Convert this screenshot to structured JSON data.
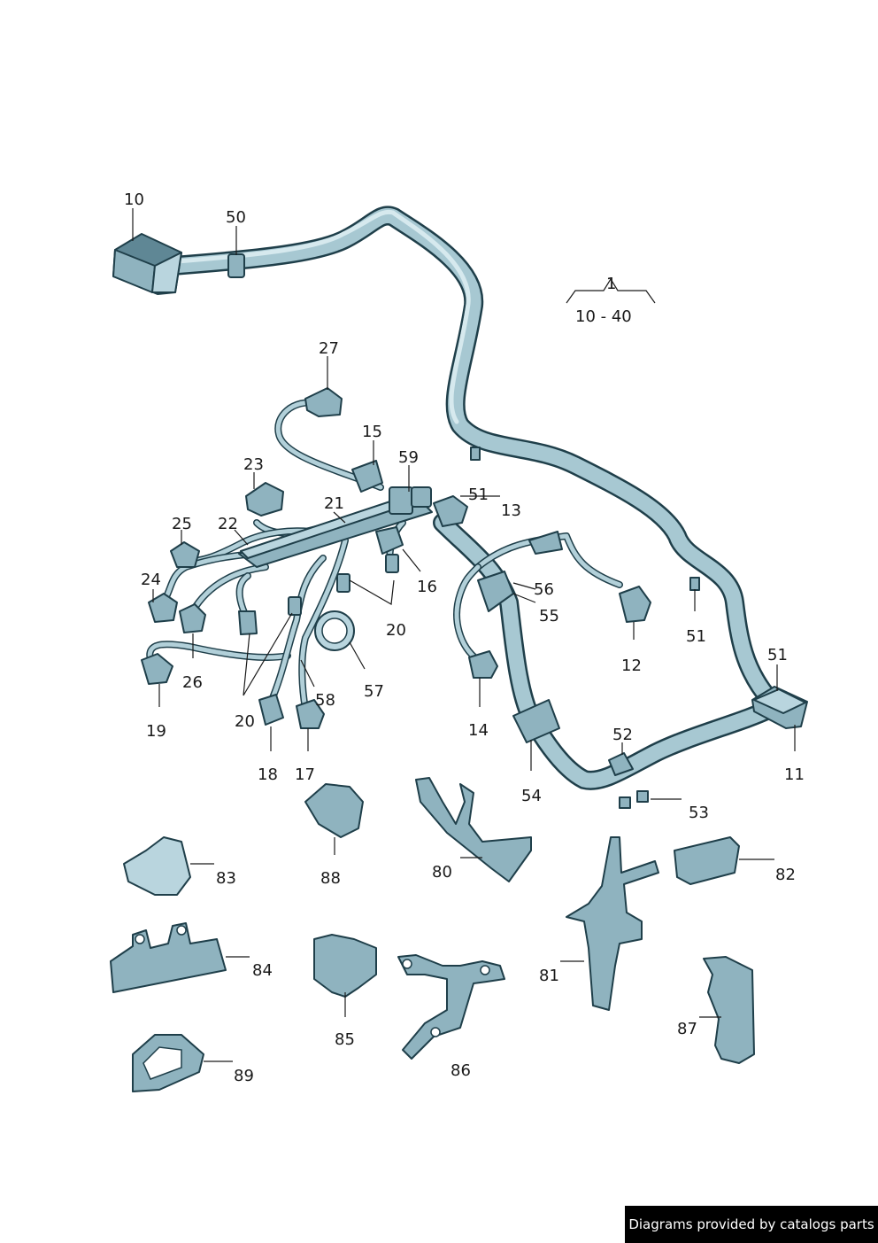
{
  "labels": {
    "l10": "10",
    "l50": "50",
    "l1": "1",
    "l10_40": "10 - 40",
    "l27": "27",
    "l15": "15",
    "l59": "59",
    "l23": "23",
    "l21": "21",
    "l51a": "51",
    "l13": "13",
    "l25": "25",
    "l22": "22",
    "l16": "16",
    "l56": "56",
    "l24": "24",
    "l55": "55",
    "l20a": "20",
    "l51b": "51",
    "l12": "12",
    "l26": "26",
    "l57": "57",
    "l51c": "51",
    "l19": "19",
    "l58": "58",
    "l14": "14",
    "l20b": "20",
    "l52": "52",
    "l18": "18",
    "l17": "17",
    "l11": "11",
    "l54": "54",
    "l53": "53",
    "l80": "80",
    "l83": "83",
    "l88": "88",
    "l82": "82",
    "l84": "84",
    "l81": "81",
    "l85": "85",
    "l86": "86",
    "l87": "87",
    "l89": "89"
  },
  "footer": {
    "text": "Diagrams provided by catalogs parts"
  }
}
